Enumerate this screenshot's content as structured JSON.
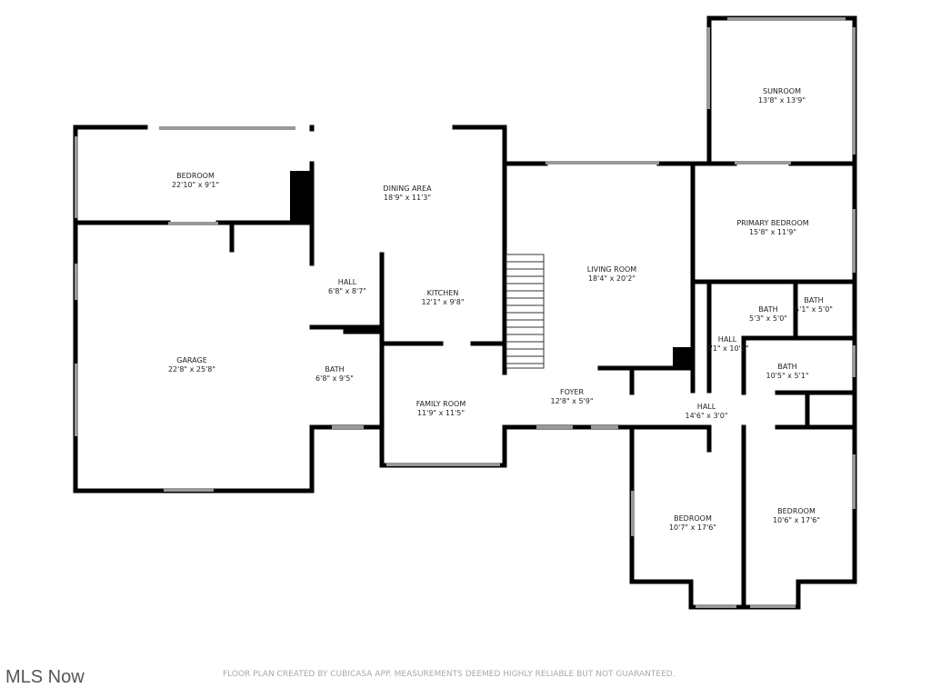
{
  "rooms": [
    {
      "name": "SUNROOM",
      "dims": "13'8\" x 13'9\""
    },
    {
      "name": "BEDROOM",
      "dims": "22'10\" x 9'1\""
    },
    {
      "name": "DINING AREA",
      "dims": "18'9\" x 11'3\""
    },
    {
      "name": "PRIMARY BEDROOM",
      "dims": "15'8\" x 11'9\""
    },
    {
      "name": "LIVING ROOM",
      "dims": "18'4\" x 20'2\""
    },
    {
      "name": "HALL",
      "dims": "6'8\" x 8'7\""
    },
    {
      "name": "KITCHEN",
      "dims": "12'1\" x 9'8\""
    },
    {
      "name": "BATH",
      "dims": "5'3\" x 5'0\""
    },
    {
      "name": "BATH",
      "dims": "5'1\" x 5'0\""
    },
    {
      "name": "HALL",
      "dims": "3'1\" x 10'6\""
    },
    {
      "name": "GARAGE",
      "dims": "22'8\" x 25'8\""
    },
    {
      "name": "BATH",
      "dims": "10'5\" x 5'1\""
    },
    {
      "name": "BATH",
      "dims": "6'8\" x 9'5\""
    },
    {
      "name": "FOYER",
      "dims": "12'8\" x 5'9\""
    },
    {
      "name": "FAMILY ROOM",
      "dims": "11'9\" x 11'5\""
    },
    {
      "name": "HALL",
      "dims": "14'6\" x 3'0\""
    },
    {
      "name": "BEDROOM",
      "dims": "10'7\" x 17'6\""
    },
    {
      "name": "BEDROOM",
      "dims": "10'6\" x 17'6\""
    }
  ],
  "logo": "MLS Now",
  "disclaimer": "FLOOR PLAN CREATED BY CUBICASA APP. MEASUREMENTS DEEMED HIGHLY RELIABLE BUT NOT GUARANTEED."
}
